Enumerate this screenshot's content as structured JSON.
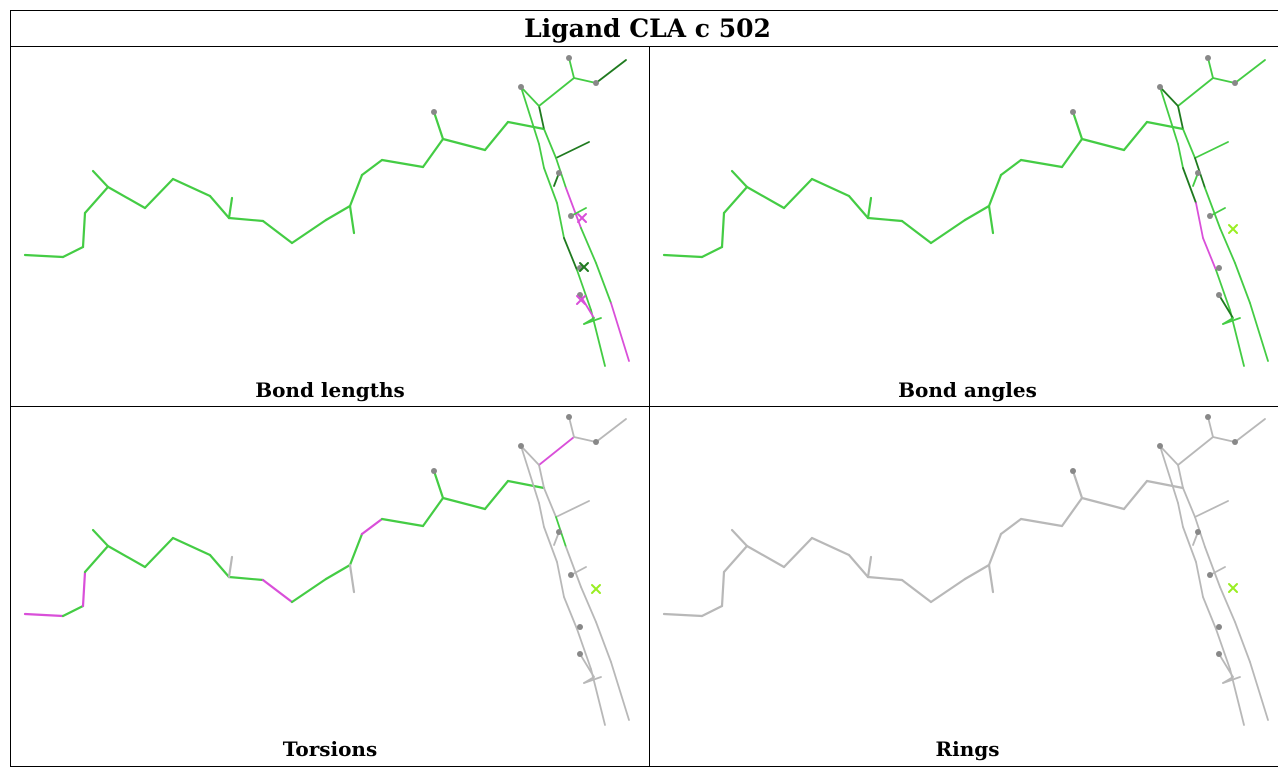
{
  "title": "Ligand CLA c 502",
  "panels": [
    {
      "id": "bond-lengths",
      "caption": "Bond lengths"
    },
    {
      "id": "bond-angles",
      "caption": "Bond angles"
    },
    {
      "id": "torsions",
      "caption": "Torsions"
    },
    {
      "id": "rings",
      "caption": "Rings"
    }
  ],
  "colors": {
    "ok": "#44cc44",
    "outlier": "#d94fd9",
    "dark_green": "#1f7a1f",
    "neutral": "#b8b8b8",
    "atom": "#888888",
    "marker": "#99ee22"
  }
}
